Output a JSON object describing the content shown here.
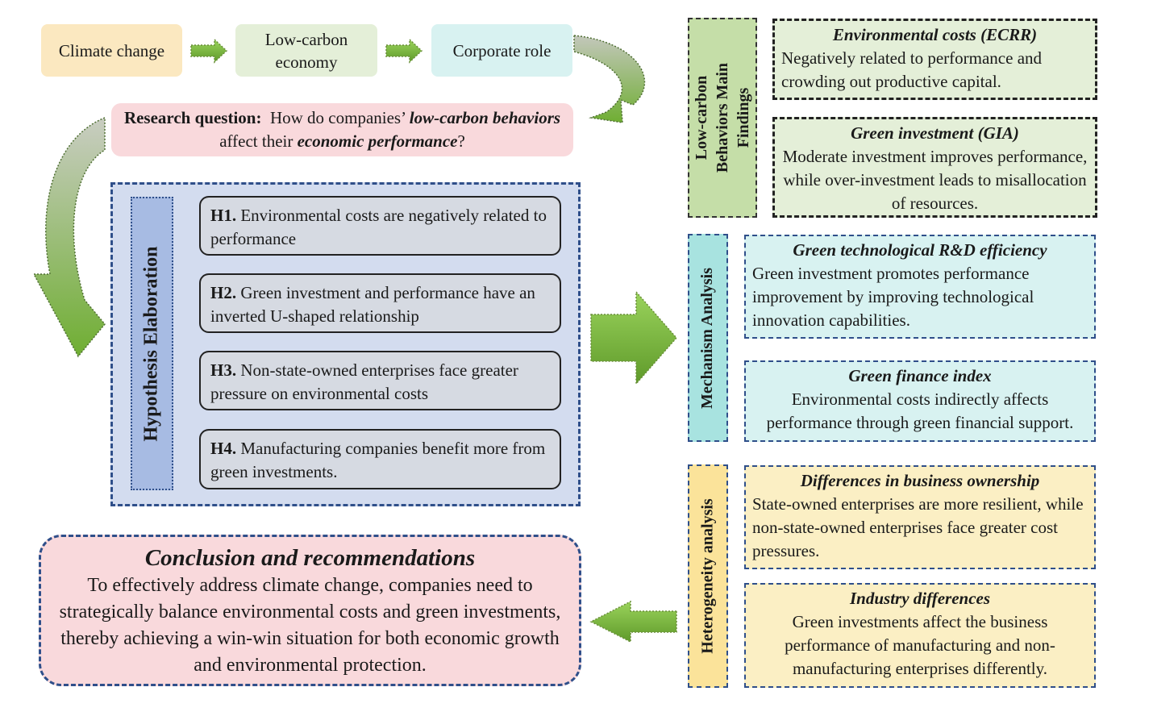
{
  "flow": {
    "climate_change": "Climate change",
    "low_carbon_economy": "Low-carbon economy",
    "corporate_role": "Corporate role"
  },
  "research_question": {
    "label": "Research question:",
    "text_1": "How do companies’",
    "em_1": "low-carbon behaviors",
    "text_2": "affect their",
    "em_2": "economic performance",
    "text_3": "?"
  },
  "hypotheses": {
    "section_title": "Hypothesis Elaboration",
    "items": [
      {
        "id": "H1.",
        "text": "Environmental costs are negatively related to performance"
      },
      {
        "id": "H2.",
        "text": "Green investment and performance have an inverted U-shaped relationship"
      },
      {
        "id": "H3.",
        "text": "Non-state-owned enterprises face greater pressure on environmental costs"
      },
      {
        "id": "H4.",
        "text": "Manufacturing companies benefit more from green investments."
      }
    ]
  },
  "main_findings": {
    "section_title_line1": "Low-carbon",
    "section_title_line2": "Behaviors Main",
    "section_title_line3": "Findings",
    "ecrr": {
      "title": "Environmental costs",
      "abbr": "ECRR",
      "text": "Negatively related to performance and crowding out productive capital."
    },
    "gia": {
      "title": "Green investment",
      "abbr": "GIA",
      "text": "Moderate investment improves performance, while over-investment leads to misallocation of resources."
    }
  },
  "mechanism": {
    "section_title": "Mechanism Analysis",
    "rd": {
      "title": "Green technological R&D efficiency",
      "text": "Green investment promotes performance improvement by improving technological innovation capabilities."
    },
    "finance": {
      "title": "Green finance index",
      "text": "Environmental costs indirectly affects performance through green financial support."
    }
  },
  "heterogeneity": {
    "section_title": "Heterogeneity analysis",
    "ownership": {
      "title": "Differences in business ownership",
      "text": "State-owned enterprises are more resilient, while non-state-owned enterprises face greater cost pressures."
    },
    "industry": {
      "title": "Industry differences",
      "text": "Green investments affect the business performance of manufacturing and non-manufacturing enterprises differently."
    }
  },
  "conclusion": {
    "title": "Conclusion and recommendations",
    "text": "To effectively address climate change, companies need to strategically balance environmental costs and green investments, thereby achieving a win-win situation for both economic growth and environmental protection."
  },
  "colors": {
    "arrow_green": "#7cb342",
    "panel_blue": "#d3dcef",
    "pink": "#f9d9dc",
    "light_green": "#e4efd8",
    "cyan": "#d8f2f1",
    "yellow": "#fbefc4"
  }
}
